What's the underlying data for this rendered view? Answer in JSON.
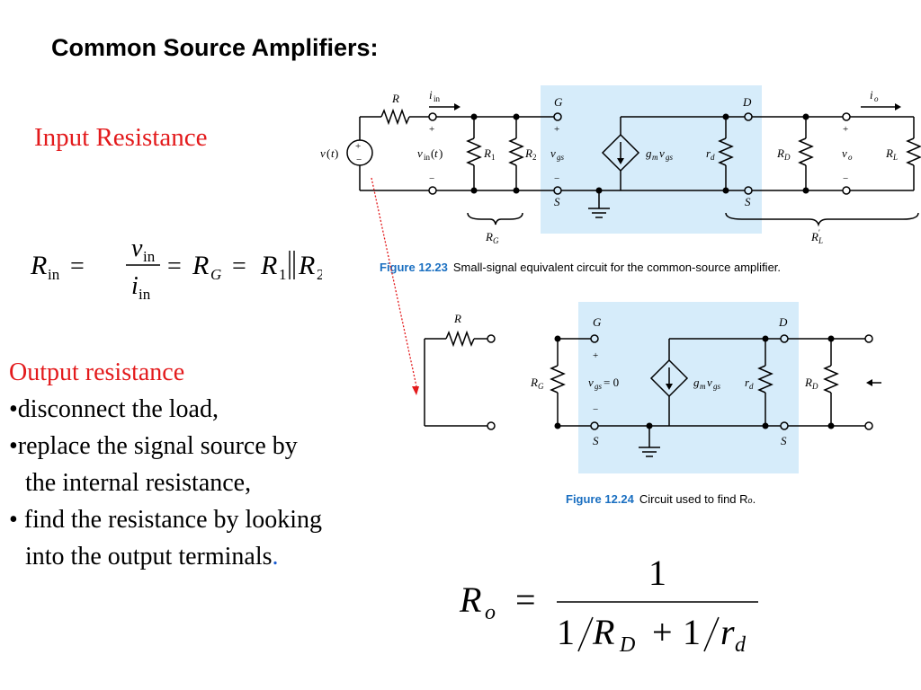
{
  "slide": {
    "title": "Common Source Amplifiers:",
    "input_heading": "Input Resistance",
    "output_heading": "Output resistance",
    "bullets": [
      "•disconnect the load,",
      "•replace the signal source by",
      "the internal resistance,",
      "• find the resistance by looking",
      "into the output terminals"
    ],
    "trailing_dot": "."
  },
  "figure1": {
    "label": "Figure 12.23",
    "caption": "Small-signal equivalent circuit for the common-source amplifier."
  },
  "figure2": {
    "label": "Figure 12.24",
    "caption": "Circuit used to find R",
    "caption_sub": "o",
    "caption_end": "."
  },
  "colors": {
    "accent_red": "#e31a1c",
    "figure_label_blue": "#1a6fc1",
    "highlight_box": "#d6ecfa",
    "arrow_red": "#e31a1c"
  }
}
